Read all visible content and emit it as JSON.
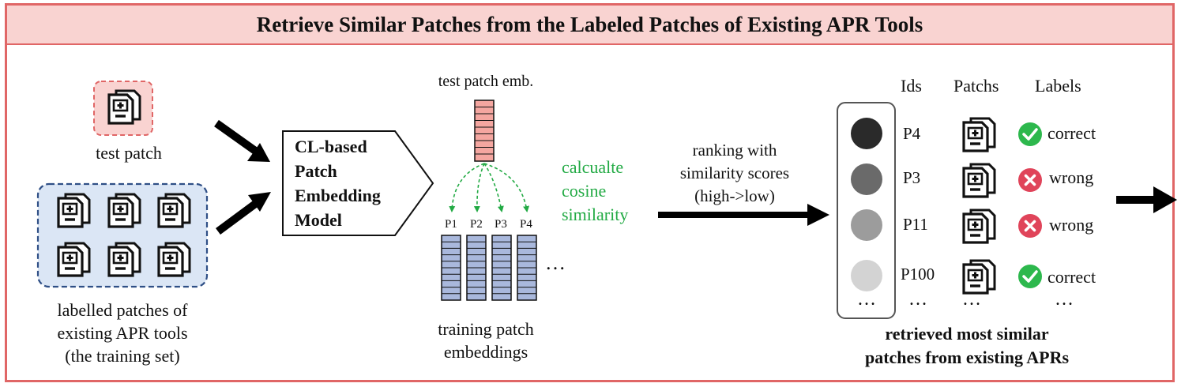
{
  "title": "Retrieve Similar Patches from the Labeled Patches of Existing APR Tools",
  "test_patch": {
    "label": "test patch",
    "icon": "patch-file-icon"
  },
  "training_set": {
    "label_lines": [
      "labelled patches of",
      "existing APR tools",
      "(the training set)"
    ],
    "icon": "patch-file-icon"
  },
  "model": {
    "label_lines": [
      "CL-based",
      "Patch",
      "Embedding",
      "Model"
    ]
  },
  "test_embedding": {
    "label": "test patch emb."
  },
  "training_embeddings": {
    "ids": [
      "P1",
      "P2",
      "P3",
      "P4"
    ],
    "ellipsis": "…",
    "label_lines": [
      "training patch",
      "embeddings"
    ]
  },
  "similarity": {
    "label_lines": [
      "calcualte",
      "cosine",
      "similarity"
    ],
    "color": "#22aa44"
  },
  "ranking": {
    "label_lines": [
      "ranking with",
      "similarity scores",
      "(high->low)"
    ]
  },
  "results": {
    "headers": {
      "ids": "Ids",
      "patches": "Patchs",
      "labels": "Labels"
    },
    "rows": [
      {
        "id": "P4",
        "label": "correct",
        "status": "check-icon",
        "score_color": "#2a2a2a"
      },
      {
        "id": "P3",
        "label": "wrong",
        "status": "cross-icon",
        "score_color": "#6a6a6a"
      },
      {
        "id": "P11",
        "label": "wrong",
        "status": "cross-icon",
        "score_color": "#9c9c9c"
      },
      {
        "id": "P100",
        "label": "correct",
        "status": "check-icon",
        "score_color": "#d3d3d3"
      }
    ],
    "ellipsis": "…",
    "caption_lines": [
      "retrieved most similar",
      "patches from existing APRs"
    ]
  },
  "colors": {
    "accent": "#e06666",
    "banner_bg": "#f9d3d1",
    "training_bg": "#dbe6f5",
    "training_border": "#2f4f86",
    "emb_test": "#f4a6a0",
    "emb_train": "#a9b8dc",
    "correct": "#2db84d",
    "wrong": "#e0445a"
  }
}
